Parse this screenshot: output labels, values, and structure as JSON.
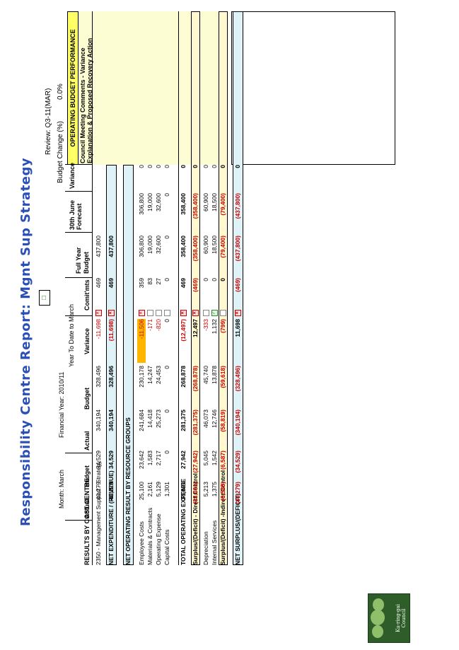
{
  "report": {
    "title": "Responsibility Centre Report: Mgnt Sup Strategy",
    "financial_year": "Financial Year: 2010/11",
    "month": "Month: March",
    "ytd": "Year To Date to March",
    "review": "Review: Q3-11(MAR)",
    "budget_change_label": "Budget Change (%)",
    "budget_change_value": "0.0%",
    "perf_header": "OPERATING BUDGET PERFORMANCE",
    "logo_caption": "Ku-ring-gai Council"
  },
  "columns": {
    "cc_header": "RESULTS BY COST CENTRE",
    "actual": "Actual",
    "budget": "Budget",
    "variance": "Variance",
    "commitments": "Comit'mts",
    "full_year": "Full Year",
    "full_year_2": "Budget",
    "forecast": "30th June",
    "forecast_2": "Forecast",
    "variance2": "Variance",
    "comments": "Council Meeting Comments - Variance",
    "comments_2": "Explanation & Proposed Recovery Action"
  },
  "cost_centre_row": {
    "name": "2350 - Management Support - Strategy",
    "m_actual": "40,279",
    "m_budget": "34,529",
    "y_actual": "340,194",
    "y_budget": "328,496",
    "y_var": "-11,698",
    "comm": "469",
    "fy": "437,800"
  },
  "net_row": {
    "name": "NET EXPENDITURE / (REVENUE)",
    "m_actual": "40,279",
    "m_budget": "34,529",
    "y_actual": "340,194",
    "y_budget": "328,496",
    "y_var": "(11,698)",
    "comm": "469",
    "fy": "437,800"
  },
  "resource_header": "NET OPERATING RESULT BY RESOURCE GROUPS",
  "rows": [
    {
      "name": "Employee Costs",
      "m_actual": "25,100",
      "m_budget": "23,642",
      "y_actual": "241,684",
      "y_budget": "230,178",
      "y_var": "-11,506",
      "comm": "359",
      "fy": "306,800",
      "fc": "306,800",
      "var2": "0"
    },
    {
      "name": "Materials & Contracts",
      "m_actual": "2,161",
      "m_budget": "1,583",
      "y_actual": "14,418",
      "y_budget": "14,247",
      "y_var": "-171",
      "comm": "83",
      "fy": "19,000",
      "fc": "19,000",
      "var2": "0"
    },
    {
      "name": "Operating Expense",
      "m_actual": "5,129",
      "m_budget": "2,717",
      "y_actual": "25,273",
      "y_budget": "24,453",
      "y_var": "-820",
      "comm": "27",
      "fy": "32,600",
      "fc": "32,600",
      "var2": "0"
    },
    {
      "name": "Capital Costs",
      "m_actual": "1,301",
      "m_budget": "0",
      "y_actual": "0",
      "y_budget": "0",
      "y_var": "0",
      "comm": "0",
      "fy": "0",
      "fc": "0",
      "var2": "0"
    }
  ],
  "total_opex": {
    "name": "TOTAL OPERATING EXPENSE",
    "m_actual": "33,691",
    "m_budget": "27,942",
    "y_actual": "281,375",
    "y_budget": "268,878",
    "y_var": "(12,497)",
    "comm": "469",
    "fy": "358,400",
    "fc": "358,400",
    "var2": "0"
  },
  "direct": {
    "name": "Surplus/(Deficit) - Direct Control",
    "m_actual": "(33,691)",
    "m_budget": "(27,942)",
    "y_actual": "(281,375)",
    "y_budget": "(268,878)",
    "y_var": "12,497",
    "comm": "(469)",
    "fy": "(358,400)",
    "fc": "(358,400)",
    "var2": "0"
  },
  "indirect_rows": [
    {
      "name": "Depreciation",
      "m_actual": "5,213",
      "m_budget": "5,045",
      "y_actual": "46,073",
      "y_budget": "45,740",
      "y_var": "-333",
      "comm": "0",
      "fy": "60,900",
      "fc": "60,900",
      "var2": "0"
    },
    {
      "name": "Internal Services",
      "m_actual": "1,375",
      "m_budget": "1,542",
      "y_actual": "12,746",
      "y_budget": "13,878",
      "y_var": "1,132",
      "comm": "0",
      "fy": "18,500",
      "fc": "18,500",
      "var2": "0"
    }
  ],
  "indirect": {
    "name": "Surplus/(Deficit) -Indirect Control",
    "m_actual": "(6,588)",
    "m_budget": "(6,587)",
    "y_actual": "(58,819)",
    "y_budget": "(59,618)",
    "y_var": "(799)",
    "comm": "0",
    "fy": "(79,400)",
    "fc": "(79,400)",
    "var2": "0"
  },
  "net_surplus": {
    "name": "NET SURPLUS/(DEFICIT)",
    "m_actual": "(40,279)",
    "m_budget": "(34,529)",
    "y_actual": "(340,194)",
    "y_budget": "(328,496)",
    "y_var": "11,698",
    "comm": "(469)",
    "fy": "(437,800)",
    "fc": "(437,800)",
    "var2": "0"
  },
  "colors": {
    "title": "#2a4fb5",
    "highlight": "#ffb400",
    "negative": "#cc0000",
    "band_blue": "#dff2f7",
    "band_yellow": "#fff8d0",
    "perf_yellow": "#ffff66"
  },
  "icons": {
    "fail": "x-mark-icon",
    "pass": "check-mark-icon",
    "neutral": "empty-box-icon"
  }
}
